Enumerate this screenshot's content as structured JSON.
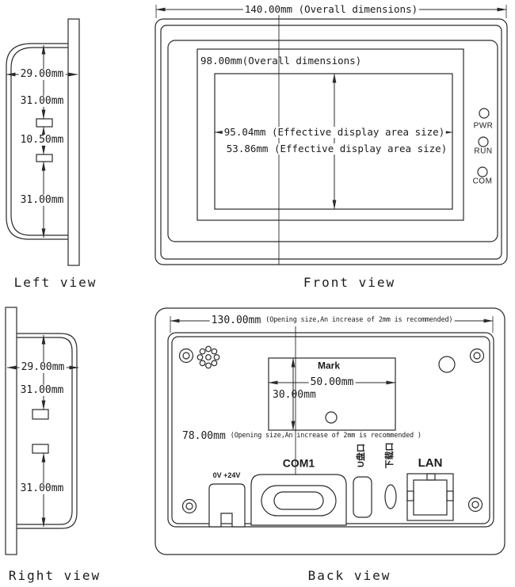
{
  "drawing": {
    "front": {
      "view_label": "Front view",
      "dim_width": "140.00mm (Overall dimensions)",
      "dim_opening": "98.00mm(Overall dimensions)",
      "dim_display_w": "95.04mm (Effective display area size)",
      "dim_display_h": "53.86mm (Effective display area size)",
      "led_pwr": "PWR",
      "led_run": "RUN",
      "led_com": "COM"
    },
    "left": {
      "view_label": "Left view",
      "dim_depth": "29.00mm",
      "dim_top": "31.00mm",
      "dim_mid": "10.50mm",
      "dim_bottom": "31.00mm"
    },
    "right": {
      "view_label": "Right view",
      "dim_depth": "29.00mm",
      "dim_top": "31.00mm",
      "dim_bottom": "31.00mm"
    },
    "back": {
      "view_label": "Back view",
      "dim_opening_w": "130.00mm",
      "dim_opening_w_note": "(Opening size,An increase of 2mm is recommended)",
      "dim_opening_h": "78.00mm",
      "dim_opening_h_note": "(Opening size,An increase of 2mm is recommended )",
      "mark_label": "Mark",
      "dim_mark_w": "50.00mm",
      "dim_mark_h": "30.00mm",
      "port_power": "0V +24V",
      "port_com": "COM1",
      "port_usb": "U盘口",
      "port_download": "下载口",
      "port_lan": "LAN"
    }
  }
}
